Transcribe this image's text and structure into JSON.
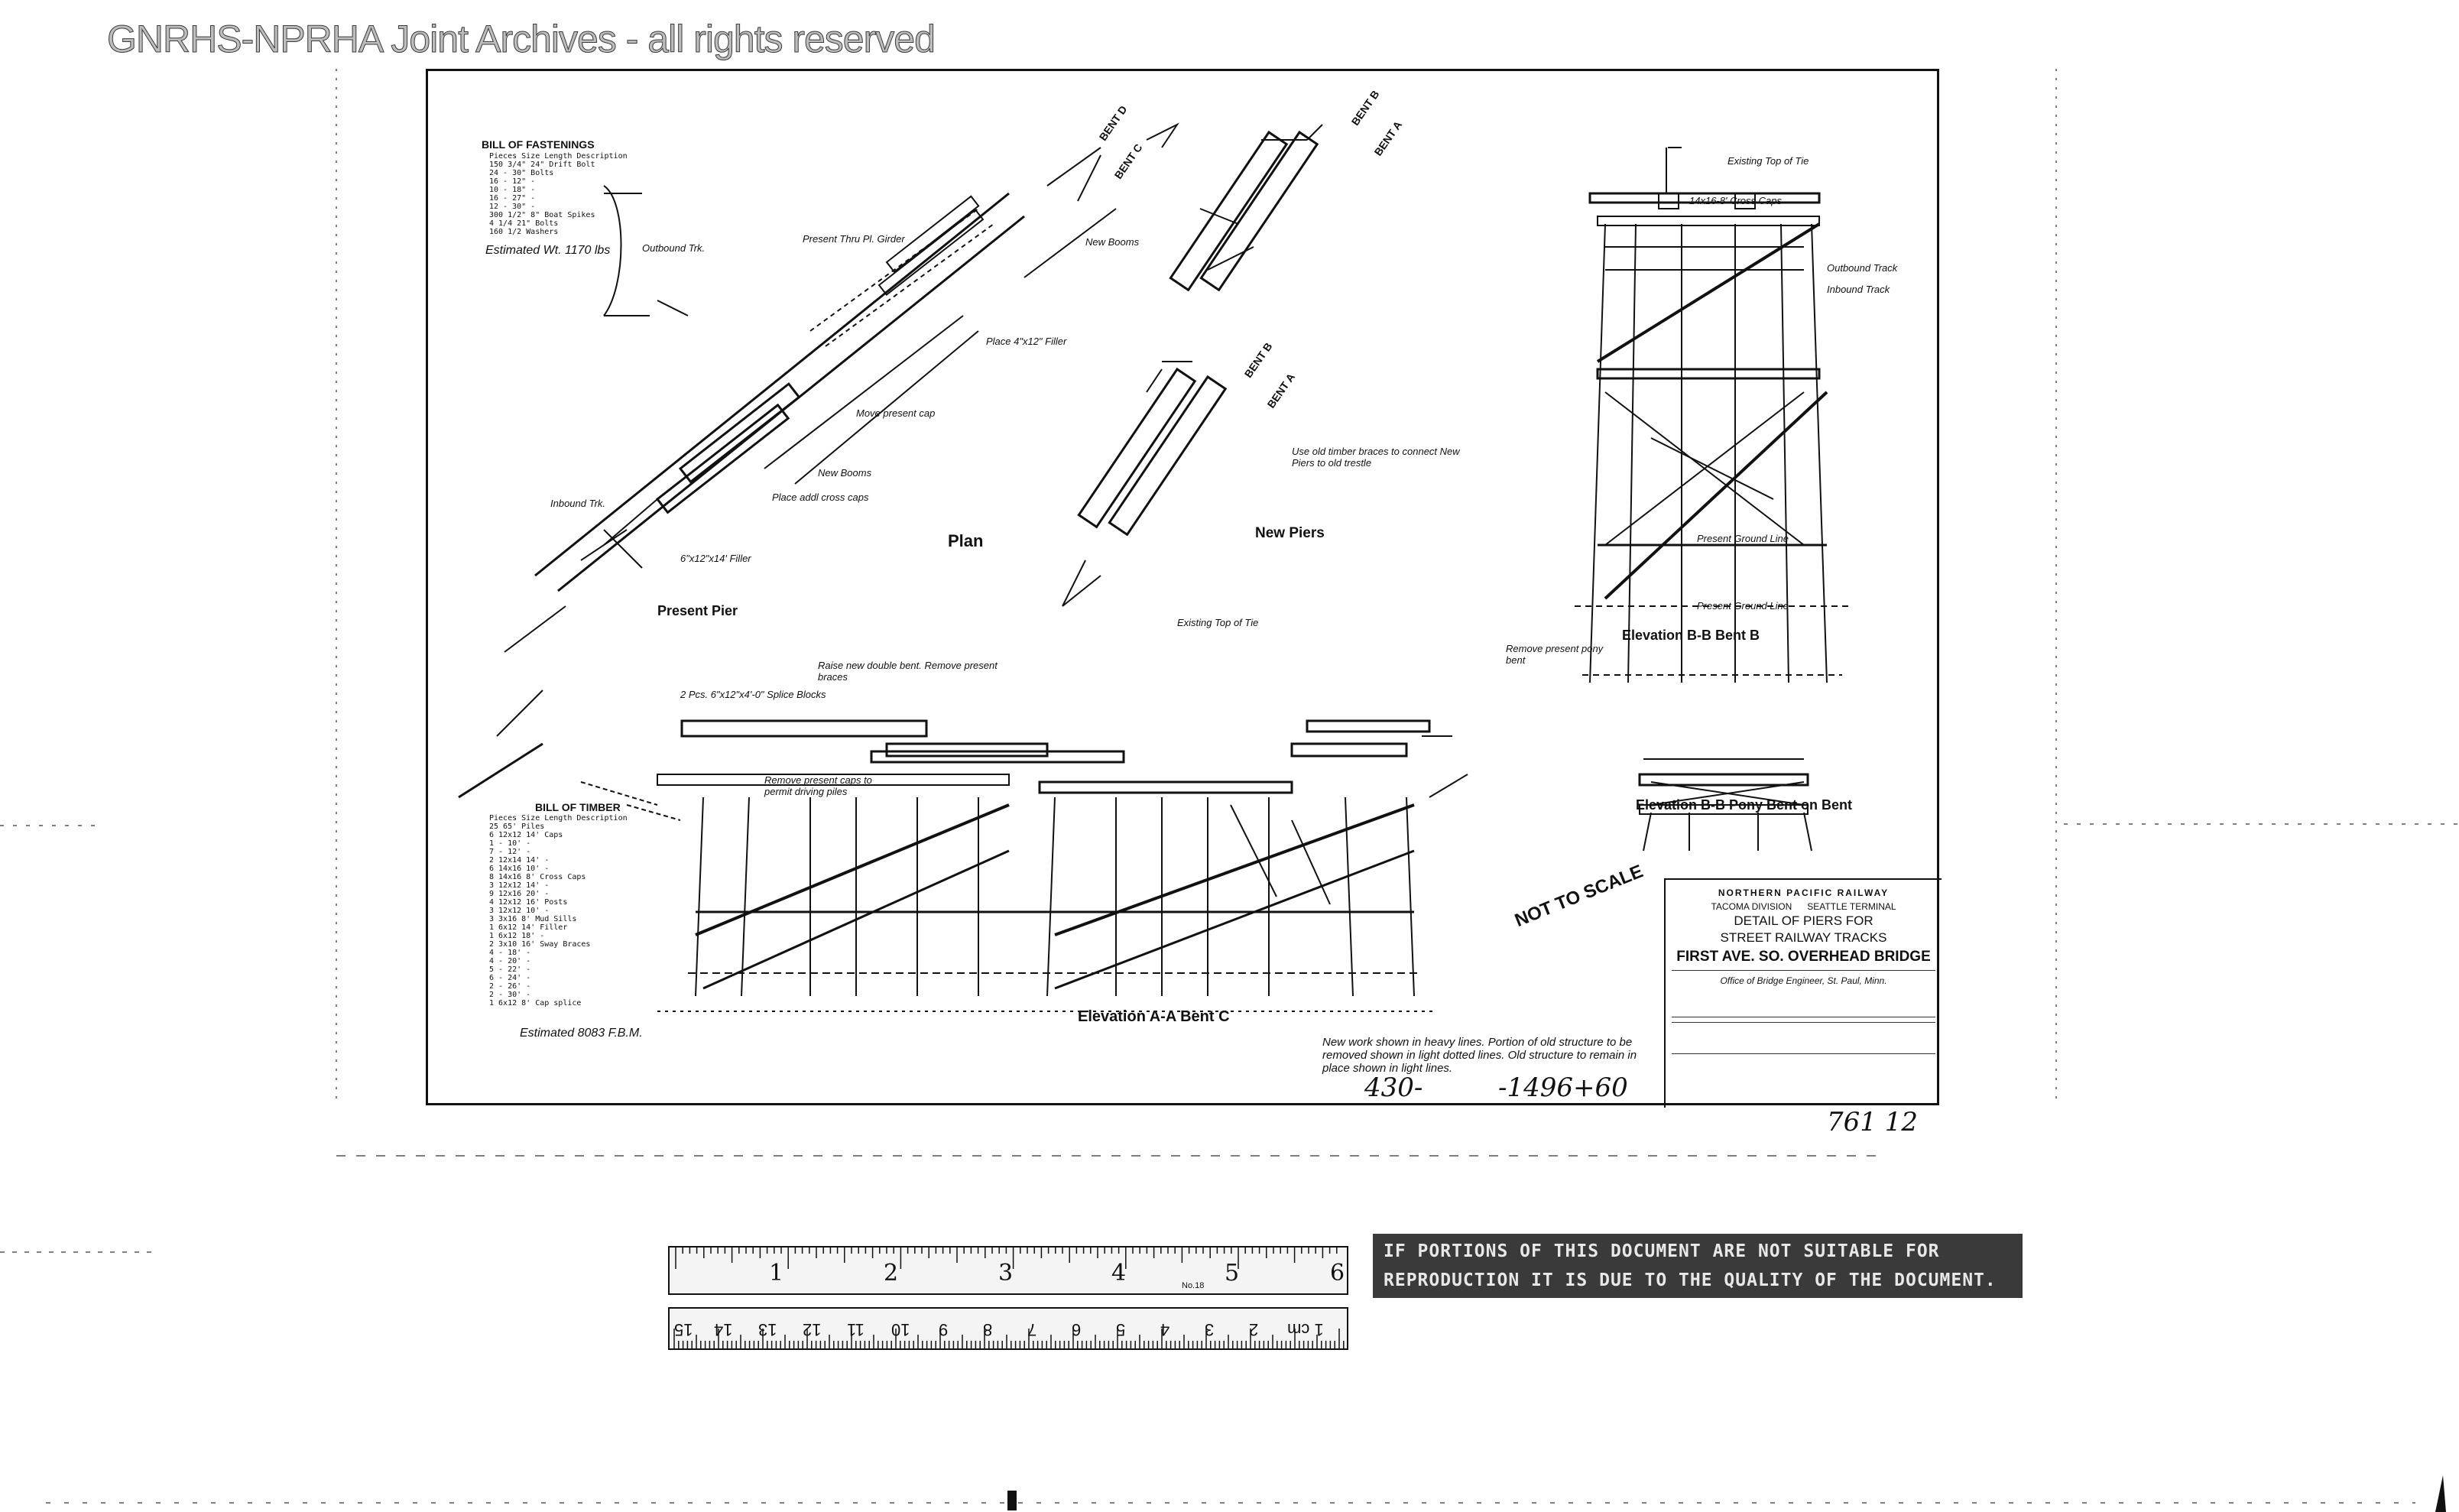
{
  "watermark": "GNRHS-NPRHA Joint Archives - all rights reserved",
  "fastenings": {
    "title": "BILL OF FASTENINGS",
    "header": "Pieces  Size  Length  Description",
    "rows": [
      "150  3/4\"  24\"  Drift Bolt",
      "24   -    30\"  Bolts",
      "16   -    12\"  -",
      "10   -    18\"  -",
      "16   -    27\"  -",
      "12   -    30\"  -",
      "300  1/2\"  8\"  Boat Spikes",
      "4    1/4  21\"  Bolts",
      "160  1/2  Washers"
    ],
    "estimate": "Estimated Wt. 1170 lbs"
  },
  "timber": {
    "title": "BILL OF TIMBER",
    "header": "Pieces  Size  Length  Description",
    "rows": [
      "25        65'  Piles",
      "6   12x12  14'  Caps",
      "1    -     10'  -",
      "7    -     12'  -",
      "2  12x14   14'  -",
      "6  14x16   10'  -",
      "8  14x16    8'  Cross Caps",
      "3  12x12   14'  -",
      "9  12x16   20'  -",
      "4  12x12   16'  Posts",
      "3  12x12   10'  -",
      "3  3x16     8'  Mud Sills",
      "1  6x12    14'  Filler",
      "1  6x12    18'  -",
      "2  3x10    16'  Sway Braces",
      "4   -      18'  -",
      "4   -      20'  -",
      "5   -      22'  -",
      "6   -      24'  -",
      "2   -      26'  -",
      "2   -      30'  -",
      "1  6x12     8'  Cap splice"
    ],
    "estimate": "Estimated  8083 F.B.M."
  },
  "labels": {
    "plan": "Plan",
    "present_pier": "Present Pier",
    "new_piers": "New Piers",
    "elev_bb": "Elevation  B-B     Bent  B",
    "elev_bb_pony": "Elevation  B-B  Pony Bent on Bent",
    "elev_aa": "Elevation  A-A     Bent  C",
    "not_to_scale": "NOT TO SCALE",
    "bent_a": "BENT A",
    "bent_b": "BENT B",
    "bent_c": "BENT C",
    "bent_d": "BENT D",
    "outbound_trk": "Outbound Trk.",
    "inbound_trk": "Inbound Trk.",
    "outbound_track": "Outbound Track",
    "inbound_track": "Inbound Track",
    "present_thru_girder": "Present Thru Pl. Girder",
    "new_booms": "New Booms",
    "move_present_cap": "Move present cap",
    "new_booms2": "New Booms",
    "place_add_cross_caps": "Place addl cross caps",
    "filler": "Place 4\"x12\" Filler",
    "filler2": "6\"x12\"x14' Filler",
    "use_old_timber": "Use old timber braces to connect New Piers to old trestle",
    "existing_top_tie": "Existing Top of Tie",
    "existing_top_tie2": "Existing Top of Tie",
    "cross_caps": "14x16-8' Cross Caps",
    "ground_line": "Present Ground Line",
    "ground_bb": "Present Ground Line",
    "remove_pony": "Remove present pony bent",
    "raise_bent": "Raise new double bent. Remove present braces",
    "splice_note": "2 Pcs. 6\"x12\"x4'-0\" Splice Blocks",
    "remove_caps": "Remove present caps to permit driving piles",
    "new_work_note": "New work shown in heavy lines. Portion of old structure to be removed shown in light dotted lines. Old structure to remain in place shown in light lines."
  },
  "title_block": {
    "railway": "NORTHERN PACIFIC RAILWAY",
    "division": "TACOMA DIVISION",
    "terminal": "SEATTLE TERMINAL",
    "title1": "DETAIL OF PIERS FOR",
    "title2": "STREET RAILWAY TRACKS",
    "title3": "FIRST AVE. SO. OVERHEAD BRIDGE",
    "office": "Office of Bridge Engineer, St. Paul, Minn."
  },
  "handwritten": {
    "left": "430-",
    "right": "-1496+60",
    "sheet": "761 12"
  },
  "ruler": {
    "inches": [
      "1",
      "2",
      "3",
      "4",
      "5",
      "6"
    ],
    "cm": [
      "1 cm",
      "2",
      "3",
      "4",
      "5",
      "6",
      "7",
      "8",
      "9",
      "10",
      "11",
      "12",
      "13",
      "14",
      "15"
    ],
    "model": "No.18"
  },
  "notice": "IF PORTIONS OF THIS DOCUMENT ARE NOT SUITABLE FOR REPRODUCTION IT IS DUE TO THE QUALITY OF THE DOCUMENT."
}
